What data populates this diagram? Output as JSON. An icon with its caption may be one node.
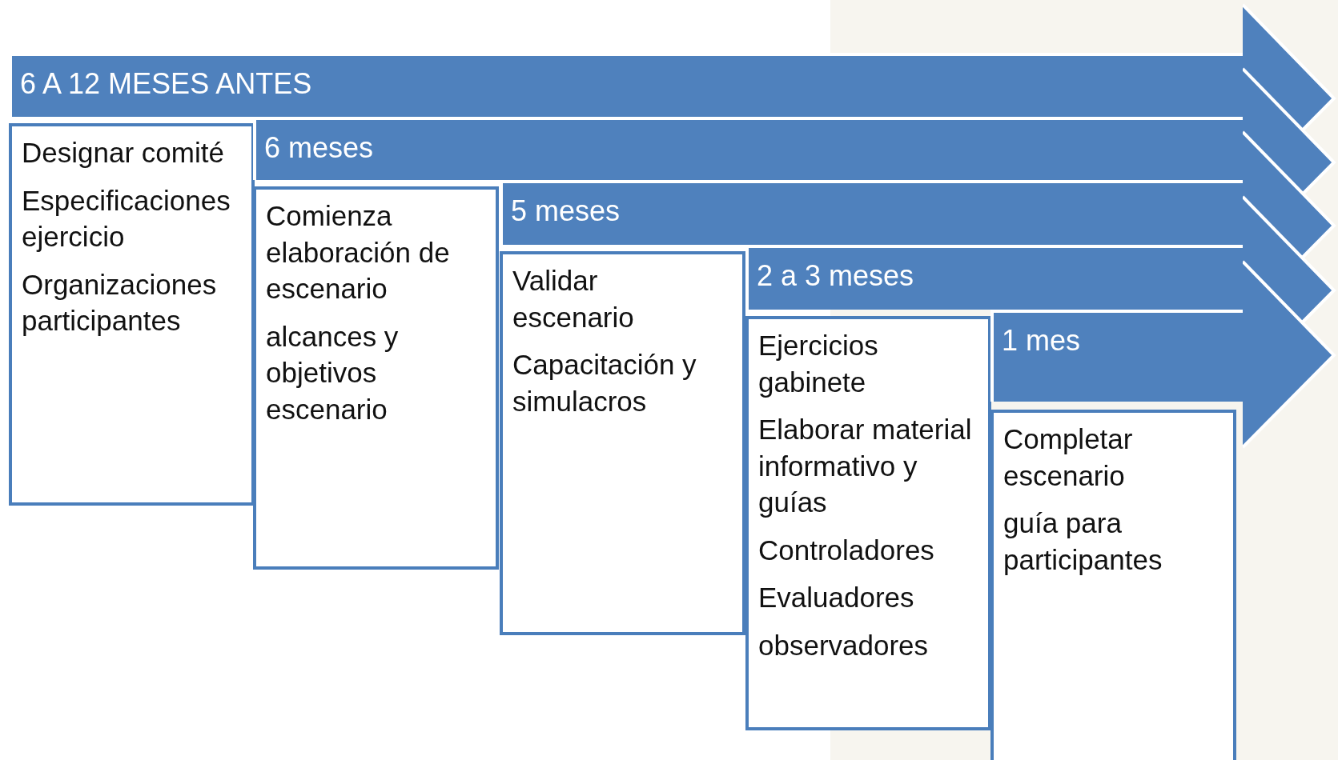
{
  "diagram": {
    "nodes": [
      {
        "text": [
          "6 A 12 MESES ANTES"
        ]
      },
      {
        "text": [
          "Designar comité",
          "Especificaciones ejercicio",
          "Organizaciones participantes"
        ]
      },
      {
        "text": [
          "6 meses"
        ]
      },
      {
        "text": [
          "Comienza elaboración de escenario",
          "alcances y objetivos escenario"
        ]
      },
      {
        "text": [
          "5 meses"
        ]
      },
      {
        "text": [
          "Validar escenario",
          "Capacitación y simulacros"
        ]
      },
      {
        "text": [
          "2 a 3 meses"
        ]
      },
      {
        "text": [
          "Ejercicios gabinete",
          "Elaborar material informativo y guías",
          "Controladores",
          "Evaluadores",
          "observadores"
        ]
      },
      {
        "text": [
          "1 mes"
        ]
      },
      {
        "text": [
          "Completar escenario",
          "guía para participantes"
        ]
      }
    ]
  }
}
